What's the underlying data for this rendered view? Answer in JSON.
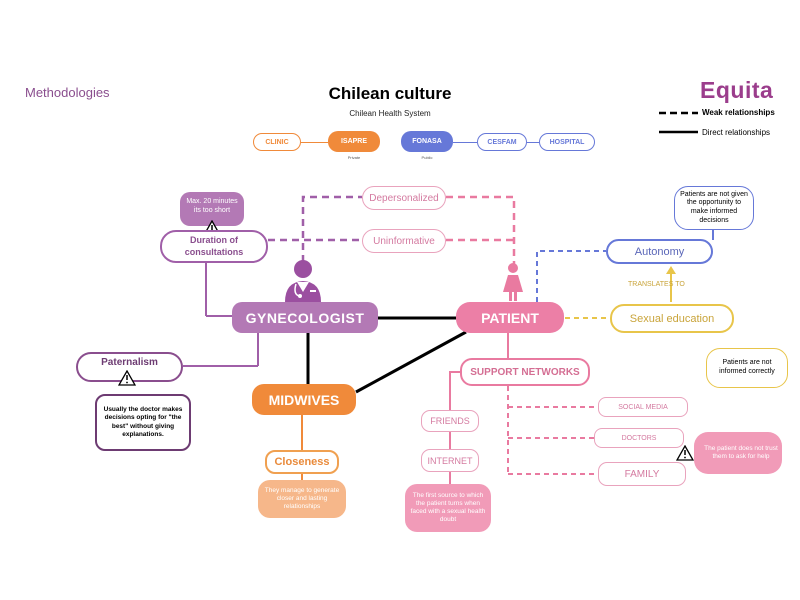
{
  "header": {
    "section": "Methodologies",
    "title": "Chilean culture",
    "subtitle": "Chilean Health System",
    "brand": "Equita",
    "legend": {
      "weak": "Weak relationships",
      "direct": "Direct relationships"
    }
  },
  "system": {
    "clinic": "CLINIC",
    "isapre": "ISAPRE",
    "isapre_note": "Private",
    "fonasa": "FONASA",
    "fonasa_note": "Public",
    "cesfam": "CESFAM",
    "hospital": "HOSPITAL"
  },
  "nodes": {
    "gynecologist": "GYNECOLOGIST",
    "patient": "PATIENT",
    "midwives": "MIDWIVES",
    "depersonalized": "Depersonalized",
    "uninformative": "Uninformative",
    "duration": "Duration of consultations",
    "duration_note": "Max. 20 minutes its too short",
    "autonomy": "Autonomy",
    "autonomy_note": "Patients are not given the opportunity to make informed decisions",
    "translates_to": "TRANSLATES TO",
    "sexual_education": "Sexual education",
    "not_informed": "Patients are not informed correctly",
    "paternalism": "Paternalism",
    "paternalism_note": "Usually the doctor makes decisions opting for \"the best\" without giving explanations.",
    "support_networks": "SUPPORT NETWORKS",
    "friends": "FRIENDS",
    "internet": "INTERNET",
    "internet_note": "The first source to which the patient turns when faced with a sexual health doubt",
    "social_media": "SOCIAL MEDIA",
    "doctors": "DOCTORS",
    "family": "FAMILY",
    "trust_note": "The patient does not trust them to ask for help",
    "closeness": "Closeness",
    "closeness_note": "They manage to generate closer and lasting relationships"
  },
  "colors": {
    "purple": "#a05fa8",
    "pink": "#e97aa0",
    "orange": "#f08a3a",
    "blue": "#6678d8",
    "yellow": "#e8c54a",
    "dark": "#000000",
    "brand": "#9b3d8c"
  },
  "icons": {
    "doctor": "doctor-figure-icon",
    "patient": "woman-figure-icon",
    "warning": "warning-triangle-icon"
  }
}
